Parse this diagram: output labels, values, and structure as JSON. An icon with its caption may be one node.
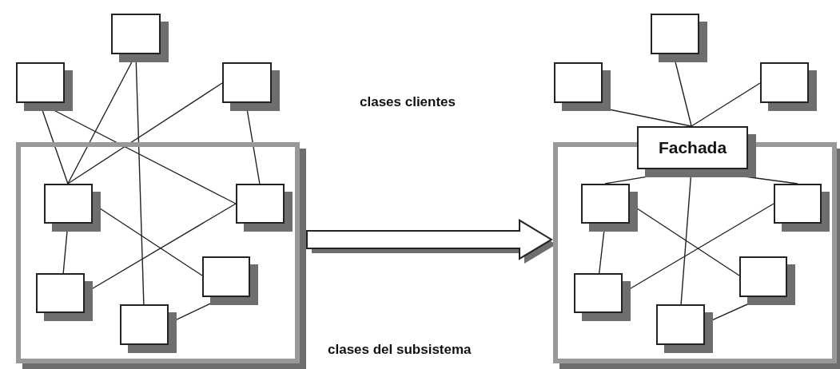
{
  "diagram": {
    "nodes": [
      {
        "text": [],
        "shape": "box"
      },
      {
        "text": [],
        "shape": "box"
      },
      {
        "text": [],
        "shape": "box"
      },
      {
        "text": [],
        "shape": "box"
      },
      {
        "text": [],
        "shape": "box",
        "in": 3
      },
      {
        "text": [],
        "shape": "box",
        "in": 3
      },
      {
        "text": [],
        "shape": "box",
        "in": 3
      },
      {
        "text": [],
        "shape": "box",
        "in": 3
      },
      {
        "text": [],
        "shape": "box",
        "in": 3
      },
      {
        "text": [],
        "shape": "box"
      },
      {
        "text": [],
        "shape": "box"
      },
      {
        "text": [],
        "shape": "box"
      },
      {
        "text": [
          "Fachada"
        ]
      },
      {
        "text": [],
        "shape": "box"
      },
      {
        "text": [],
        "shape": "box",
        "in": 13
      },
      {
        "text": [],
        "shape": "box",
        "in": 13
      },
      {
        "text": [],
        "shape": "box",
        "in": 13
      },
      {
        "text": [],
        "shape": "box",
        "in": 13
      },
      {
        "text": [],
        "shape": "box",
        "in": 13
      }
    ],
    "edges": [
      {
        "from": 1,
        "to": 4,
        "arrow": "none"
      },
      {
        "from": 1,
        "to": 5,
        "arrow": "none"
      },
      {
        "from": 0,
        "to": 4,
        "arrow": "none"
      },
      {
        "from": 0,
        "to": 8,
        "arrow": "none"
      },
      {
        "from": 2,
        "to": 4,
        "arrow": "none"
      },
      {
        "from": 2,
        "to": 5,
        "arrow": "none"
      },
      {
        "from": 4,
        "to": 6,
        "arrow": "none"
      },
      {
        "from": 4,
        "to": 7,
        "arrow": "none"
      },
      {
        "from": 5,
        "to": 7,
        "arrow": "none"
      },
      {
        "from": 6,
        "to": 8,
        "arrow": "none"
      },
      {
        "from": 10,
        "to": 12,
        "arrow": "none"
      },
      {
        "from": 9,
        "to": 12,
        "arrow": "none"
      },
      {
        "from": 11,
        "to": 12,
        "arrow": "none"
      },
      {
        "from": 12,
        "to": 14,
        "arrow": "none"
      },
      {
        "from": 12,
        "to": 15,
        "arrow": "none"
      },
      {
        "from": 12,
        "to": 18,
        "arrow": "none"
      },
      {
        "from": 14,
        "to": 16,
        "arrow": "none"
      },
      {
        "from": 14,
        "to": 17,
        "arrow": "none"
      },
      {
        "from": 15,
        "to": 17,
        "arrow": "none"
      },
      {
        "from": 16,
        "to": 18,
        "arrow": "none"
      },
      {
        "from": 3,
        "to": 13,
        "arrow": "to",
        "style": "thick"
      }
    ],
    "labels": [
      "clases clientes",
      "clases del subsistema"
    ]
  }
}
